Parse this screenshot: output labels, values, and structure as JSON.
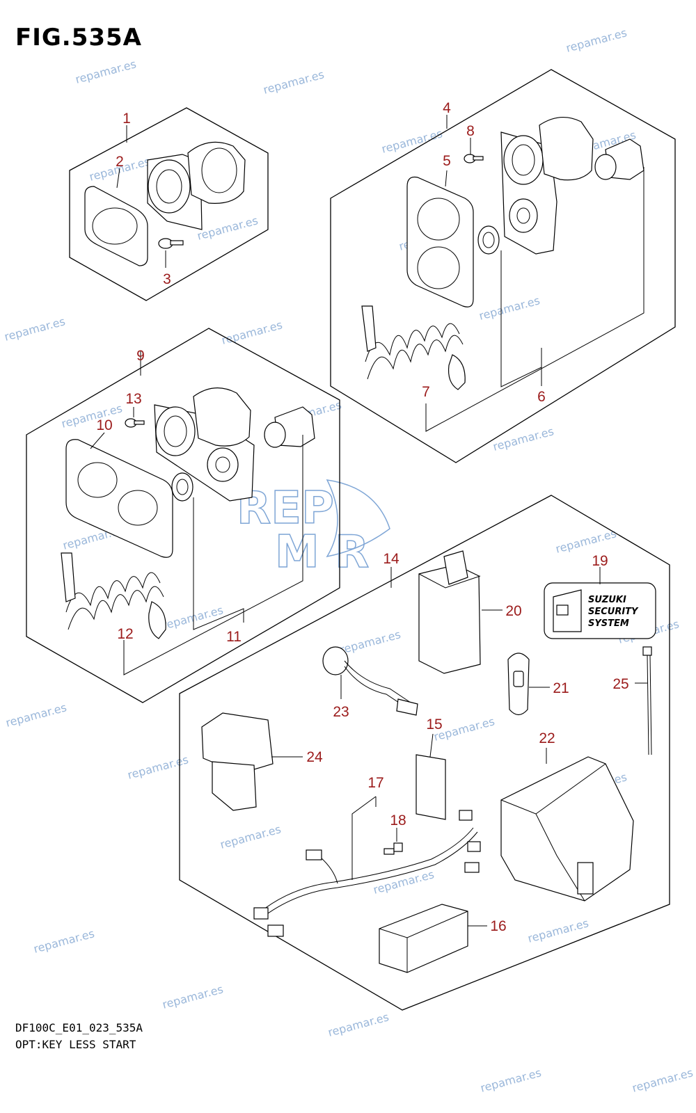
{
  "figure": {
    "title": "FIG.535A",
    "code": "DF100C_E01_023_535A",
    "description": "OPT:KEY LESS START"
  },
  "callouts": [
    "1",
    "2",
    "3",
    "4",
    "5",
    "6",
    "7",
    "8",
    "9",
    "10",
    "11",
    "12",
    "13",
    "14",
    "15",
    "16",
    "17",
    "18",
    "19",
    "20",
    "21",
    "22",
    "23",
    "24",
    "25"
  ],
  "badge": {
    "lines": [
      "SUZUKI",
      "SECURITY",
      "SYSTEM"
    ]
  },
  "watermark": {
    "text": "repamar.es",
    "logo_lines": [
      "REP",
      "M R"
    ]
  },
  "colors": {
    "callout": "#9b1b1b",
    "watermark": "#9ab7da",
    "logo": "#7fa6d6",
    "line": "#000000"
  }
}
